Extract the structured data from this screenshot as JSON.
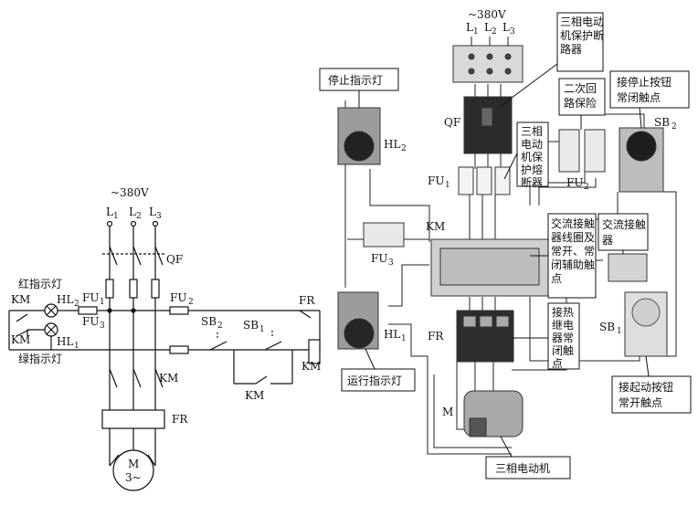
{
  "schematic": {
    "supply": "~380V",
    "phases": [
      "L",
      "L",
      "L"
    ],
    "phase_subs": [
      "1",
      "2",
      "3"
    ],
    "qf": "QF",
    "fu1": "FU",
    "fu1_sub": "1",
    "fu2": "FU",
    "fu2_sub": "2",
    "fu3": "FU",
    "fu3_sub": "3",
    "km": "KM",
    "fr": "FR",
    "red_lamp": "红指示灯",
    "green_lamp": "绿指示灯",
    "hl": "HL",
    "hl2_sub": "2",
    "hl1_sub": "1",
    "sb": "SB",
    "sb2_sub": "2",
    "sb1_sub": "1",
    "motor_m": "M",
    "motor_3": "3~"
  },
  "wiring": {
    "supply": "~380V",
    "phases": [
      "L",
      "L",
      "L"
    ],
    "phase_subs": [
      "1",
      "2",
      "3"
    ],
    "breaker_callout": "三相电动机保护断路器",
    "stop_lamp_callout": "停止指示灯",
    "hl": "HL",
    "hl2_sub": "2",
    "hl1_sub": "1",
    "qf": "QF",
    "fuse_callout": "三相电动机保护熔断器",
    "secondary_fuse_callout": "二次回路保险",
    "stop_button_callout": "接停止按钮常闭触点",
    "sb": "SB",
    "sb2_sub": "2",
    "sb1_sub": "1",
    "fu": "FU",
    "fu1_sub": "1",
    "fu2_sub": "2",
    "fu3_sub": "3",
    "km": "KM",
    "coil_callout": "交流接触器线圈及常开、常闭辅助触点",
    "contactor_callout": "交流接触器",
    "fr": "FR",
    "relay_callout": "接热继电器常闭触点",
    "run_lamp_callout": "运行指示灯",
    "start_button_callout": "接起动按钮常开触点",
    "motor_m": "M",
    "motor_callout": "三相电动机"
  }
}
